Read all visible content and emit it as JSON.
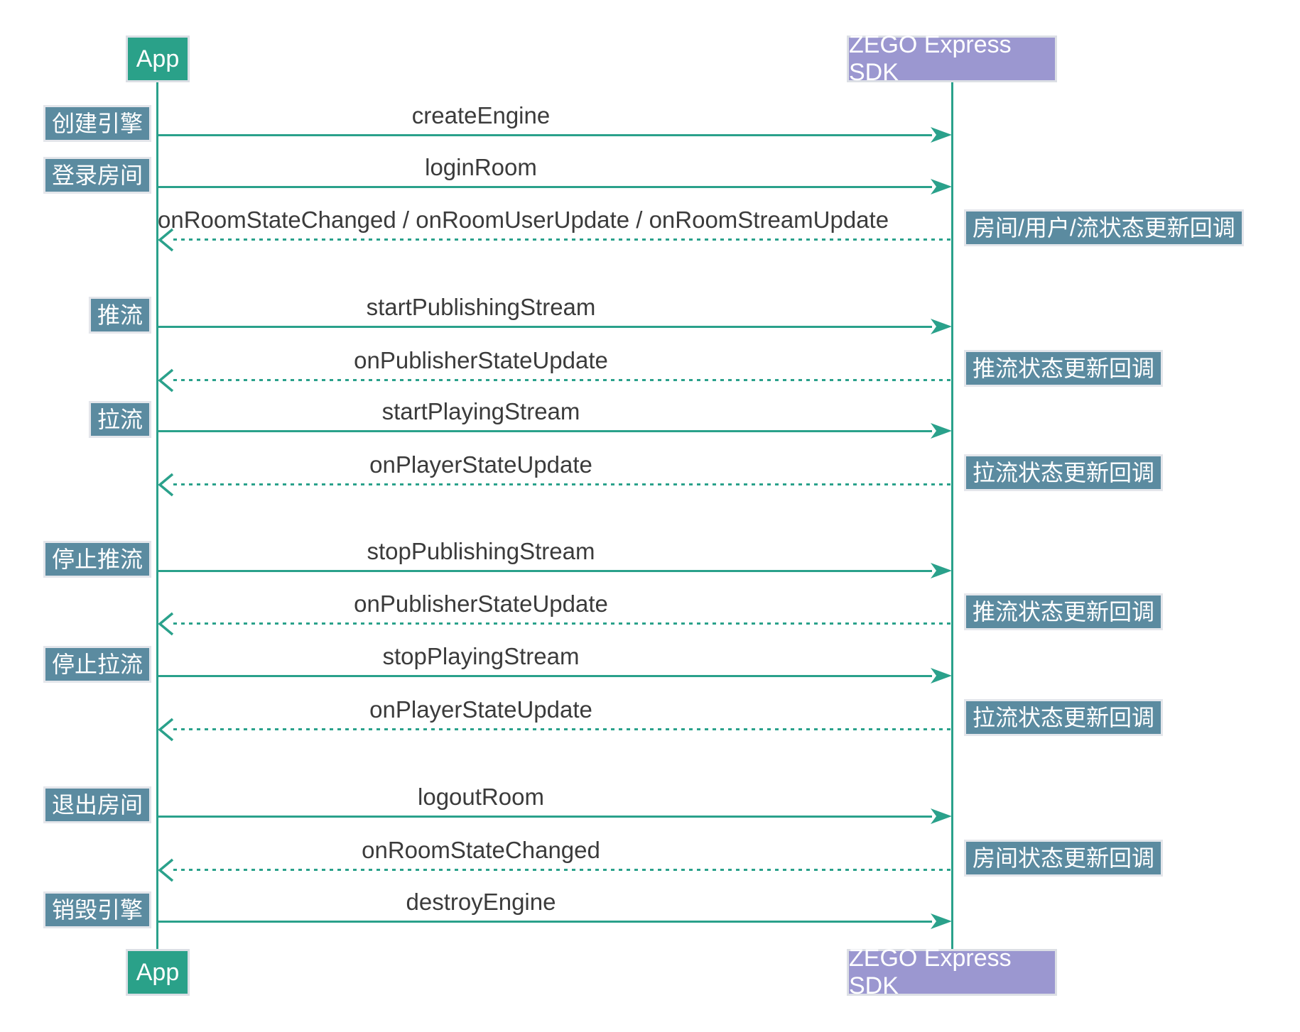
{
  "diagram": {
    "participants": {
      "left": "App",
      "right": "ZEGO Express SDK"
    },
    "colors": {
      "arrow_teal": "#2aa18b",
      "app_box": "#2aa189",
      "sdk_box": "#9b97d0",
      "label_chip": "#5b8ba0",
      "message_text": "#3b3b3b"
    },
    "rows": [
      {
        "message": "createEngine",
        "direction": "right",
        "style": "solid",
        "left_label": "创建引擎"
      },
      {
        "message": "loginRoom",
        "direction": "right",
        "style": "solid",
        "left_label": "登录房间"
      },
      {
        "message": "onRoomStateChanged / onRoomUserUpdate / onRoomStreamUpdate",
        "direction": "left",
        "style": "dashed",
        "right_label": "房间/用户/流状态更新回调"
      },
      {
        "message": "startPublishingStream",
        "direction": "right",
        "style": "solid",
        "left_label": "推流"
      },
      {
        "message": "onPublisherStateUpdate",
        "direction": "left",
        "style": "dashed",
        "right_label": "推流状态更新回调"
      },
      {
        "message": "startPlayingStream",
        "direction": "right",
        "style": "solid",
        "left_label": "拉流"
      },
      {
        "message": "onPlayerStateUpdate",
        "direction": "left",
        "style": "dashed",
        "right_label": "拉流状态更新回调"
      },
      {
        "message": "stopPublishingStream",
        "direction": "right",
        "style": "solid",
        "left_label": "停止推流"
      },
      {
        "message": "onPublisherStateUpdate",
        "direction": "left",
        "style": "dashed",
        "right_label": "推流状态更新回调"
      },
      {
        "message": "stopPlayingStream",
        "direction": "right",
        "style": "solid",
        "left_label": "停止拉流"
      },
      {
        "message": "onPlayerStateUpdate",
        "direction": "left",
        "style": "dashed",
        "right_label": "拉流状态更新回调"
      },
      {
        "message": "logoutRoom",
        "direction": "right",
        "style": "solid",
        "left_label": "退出房间"
      },
      {
        "message": "onRoomStateChanged",
        "direction": "left",
        "style": "dashed",
        "right_label": "房间状态更新回调"
      },
      {
        "message": "destroyEngine",
        "direction": "right",
        "style": "solid",
        "left_label": "销毁引擎"
      }
    ]
  }
}
